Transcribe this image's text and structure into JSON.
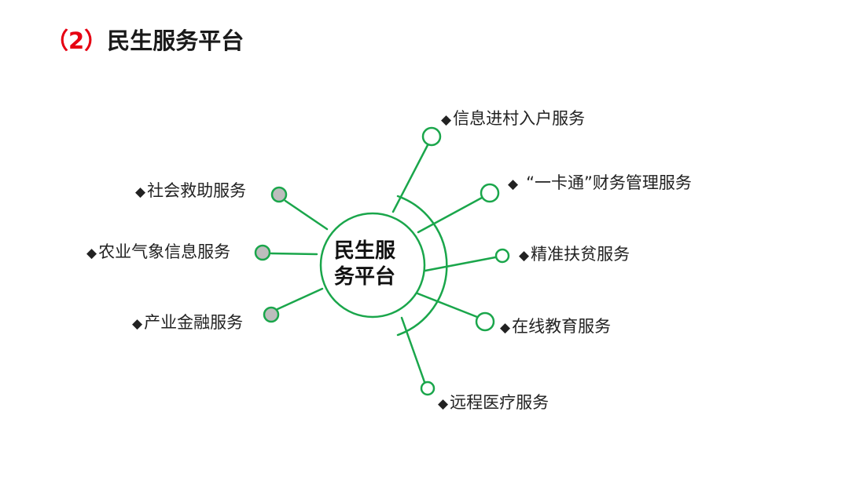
{
  "title": {
    "number": "（2）",
    "text": "民生服务平台"
  },
  "hub": {
    "line1": "民生服",
    "line2": "务平台"
  },
  "bullet_symbol": "◆",
  "colors": {
    "accent_green": "#1aa64b",
    "title_number_red": "#e60012",
    "filled_node": "#bdbdbd"
  },
  "services_left": [
    {
      "label": "社会救助服务"
    },
    {
      "label": "农业气象信息服务"
    },
    {
      "label": "产业金融服务"
    }
  ],
  "services_right": [
    {
      "label": "信息进村入户服务"
    },
    {
      "label": "“一卡通”财务管理服务"
    },
    {
      "label": "精准扶贫服务"
    },
    {
      "label": "在线教育服务"
    },
    {
      "label": "远程医疗服务"
    }
  ]
}
